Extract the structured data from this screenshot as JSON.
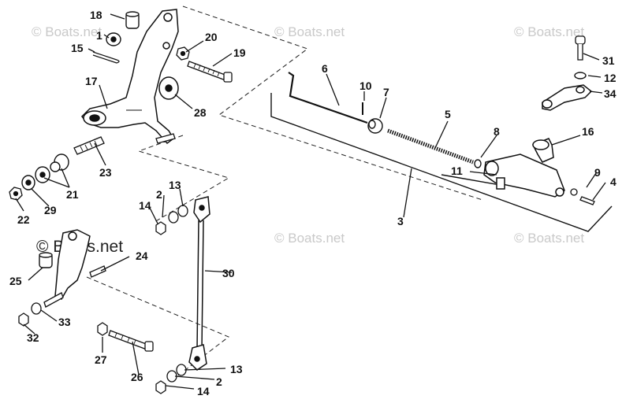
{
  "watermark_text": "© Boats.net",
  "callouts": [
    "1",
    "2",
    "3",
    "4",
    "5",
    "6",
    "7",
    "8",
    "9",
    "10",
    "11",
    "12",
    "13",
    "14",
    "15",
    "16",
    "17",
    "18",
    "19",
    "20",
    "21",
    "22",
    "23",
    "24",
    "25",
    "26",
    "27",
    "28",
    "29",
    "30",
    "31",
    "32",
    "33",
    "34"
  ],
  "callout_2b": "2",
  "callout_13b": "13",
  "callout_14b": "14"
}
